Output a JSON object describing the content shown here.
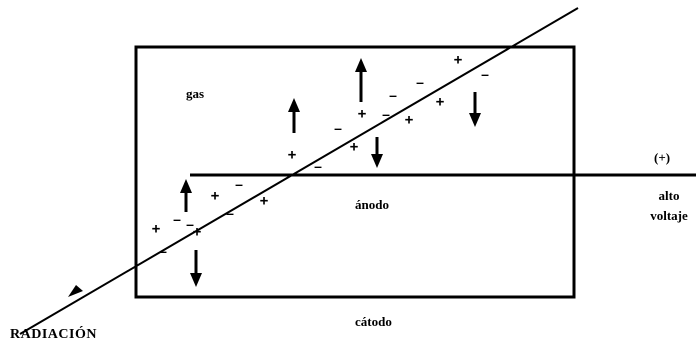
{
  "labels": {
    "gas": "gas",
    "anode": "ánodo",
    "cathode": "cátodo",
    "radiation": "RADIACIÓN",
    "positive": "(+)",
    "high_voltage": "alto voltaje"
  },
  "charges": {
    "positive_symbol": "+",
    "negative_symbol": "–"
  },
  "colors": {
    "stroke": "#000000",
    "background": "#ffffff"
  }
}
